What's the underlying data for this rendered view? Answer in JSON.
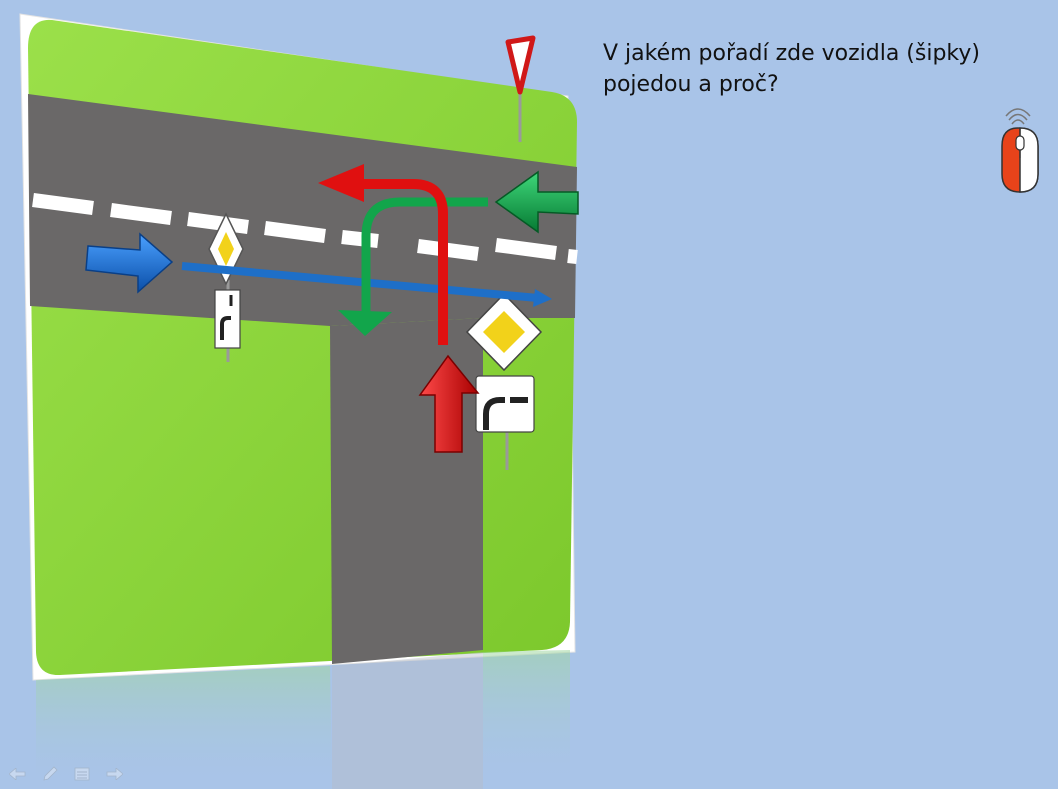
{
  "slide": {
    "question": "V jakém pořadí zde vozidla (šipky)\npojedou a proč?"
  },
  "vehicles": [
    {
      "color": "blue",
      "movement": "straight"
    },
    {
      "color": "green",
      "movement": "left-turn"
    },
    {
      "color": "red",
      "movement": "left-turn"
    }
  ],
  "signs": [
    "give-way",
    "main-road",
    "main-road-shape"
  ],
  "icons": {
    "mouse_hint": "mouse-click-icon",
    "nav": [
      "prev-slide-icon",
      "pen-icon",
      "menu-icon",
      "next-slide-icon"
    ]
  },
  "colors": {
    "background": "#a9c4e8",
    "grass": "#8fd63a",
    "road": "#6a6868",
    "blue_arrow": "#1e6fc8",
    "green_arrow": "#12a54b",
    "red_arrow": "#e01010",
    "sign_yellow": "#f2d21a"
  }
}
